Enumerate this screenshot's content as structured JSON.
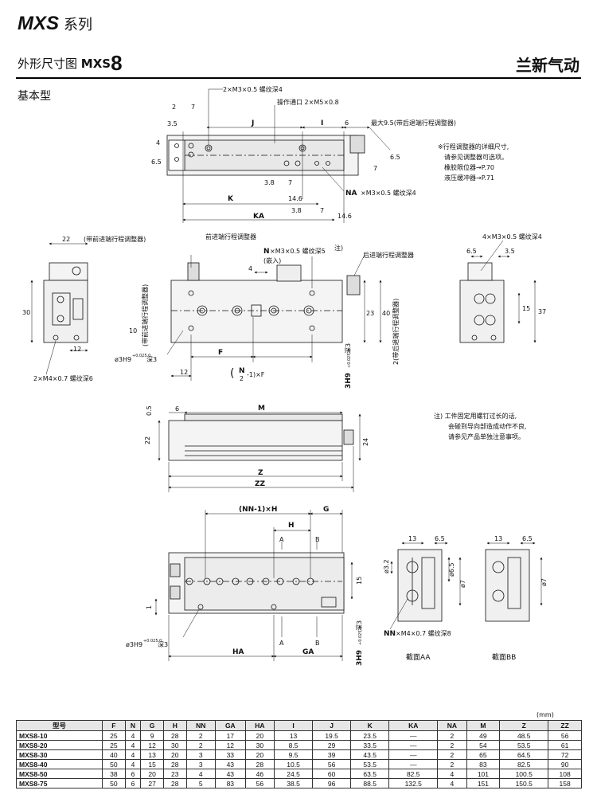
{
  "header": {
    "series_bold": "MXS",
    "series_cn": "系列",
    "heading_prefix": "外形尺寸图",
    "heading_model": "MXS",
    "heading_size": "8",
    "brand": "兰新气动"
  },
  "type_label": "基本型",
  "top_view": {
    "dims": [
      "2",
      "7",
      "3.5",
      "J",
      "I",
      "6",
      "4",
      "6.5",
      "3.8",
      "7",
      "14.6",
      "K",
      "3.8",
      "7",
      "KA",
      "14.6",
      "6.5",
      "7"
    ],
    "callout_tap": "2×M3×0.5 螺纹深4",
    "callout_port": "操作通口 2×M5×0.8",
    "callout_max": "最大9.5(带后退端行程调整器)",
    "callout_na_bold": "NA",
    "callout_na": "×M3×0.5 螺纹深4"
  },
  "note_adjuster": [
    "※行程调整器的详细尺寸,",
    "请参见调整器可选项。",
    "橡胶限位器→P.70",
    "液压缓冲器→P.71"
  ],
  "front_left": {
    "dims": [
      "22",
      "(带前进端行程调整器)",
      "30",
      "12"
    ],
    "callout": "2×M4×0.7 螺纹深6"
  },
  "front_center": {
    "label_front_adj": "前进端行程调整器",
    "label_rear_adj": "后进端行程调整器",
    "callout_n_bold": "N",
    "callout_n": "×M3×0.5 螺纹深5",
    "callout_n_note": "注)",
    "callout_insert": "(嵌入)",
    "dims": [
      "4",
      "23",
      "40",
      "10",
      "F",
      "12",
      "F",
      "3H9",
      "深3"
    ],
    "vert_front": "(带前进端行程调整器)",
    "vert_rear": "2(带后退端行程调整器)",
    "hole_left": "ø3H9",
    "hole_left_tol": "+0.025 0",
    "hole_left_depth": "深3",
    "formula_n": "N",
    "formula_2": "2",
    "formula_rest": "-1)×F",
    "right_hole": "3H9",
    "right_hole_tol": "+0.025 0",
    "right_hole_depth": "深3"
  },
  "front_right": {
    "callout": "4×M3×0.5 螺纹深4",
    "dims": [
      "6.5",
      "3.5",
      "15",
      "37"
    ]
  },
  "side_view": {
    "dims": [
      "0.5",
      "6",
      "M",
      "22",
      "24",
      "Z",
      "ZZ"
    ]
  },
  "note_screw": [
    "注) 工件固定用螺钉过长的话,",
    "会碰到导向部造成动作不良,",
    "请参见产品单独注意事项。"
  ],
  "bottom_view": {
    "dims": [
      "(NN-1)×H",
      "G",
      "H",
      "A",
      "B",
      "15",
      "1",
      "A",
      "B",
      "HA",
      "GA"
    ],
    "hole_left": "ø3H9",
    "hole_left_tol": "+0.025 0",
    "hole_left_depth": "深3",
    "right_hole": "3H9",
    "right_hole_tol": "+0.025 0",
    "right_hole_depth": "深3"
  },
  "section_aa": {
    "dims": [
      "13",
      "6.5",
      "ø3.2",
      "ø6.5",
      "ø7"
    ],
    "callout_bold": "NN",
    "callout": "×M4×0.7 螺纹深8",
    "title": "截面AA"
  },
  "section_bb": {
    "dims": [
      "13",
      "6.5",
      "ø7"
    ],
    "title": "截面BB"
  },
  "table": {
    "unit": "(mm)",
    "headers": [
      "型号",
      "F",
      "N",
      "G",
      "H",
      "NN",
      "GA",
      "HA",
      "I",
      "J",
      "K",
      "KA",
      "NA",
      "M",
      "Z",
      "ZZ"
    ],
    "rows": [
      [
        "MXS8-10",
        "25",
        "4",
        "9",
        "28",
        "2",
        "17",
        "20",
        "13",
        "19.5",
        "23.5",
        "—",
        "2",
        "49",
        "48.5",
        "56"
      ],
      [
        "MXS8-20",
        "25",
        "4",
        "12",
        "30",
        "2",
        "12",
        "30",
        "8.5",
        "29",
        "33.5",
        "—",
        "2",
        "54",
        "53.5",
        "61"
      ],
      [
        "MXS8-30",
        "40",
        "4",
        "13",
        "20",
        "3",
        "33",
        "20",
        "9.5",
        "39",
        "43.5",
        "—",
        "2",
        "65",
        "64.5",
        "72"
      ],
      [
        "MXS8-40",
        "50",
        "4",
        "15",
        "28",
        "3",
        "43",
        "28",
        "10.5",
        "56",
        "53.5",
        "—",
        "2",
        "83",
        "82.5",
        "90"
      ],
      [
        "MXS8-50",
        "38",
        "6",
        "20",
        "23",
        "4",
        "43",
        "46",
        "24.5",
        "60",
        "63.5",
        "82.5",
        "4",
        "101",
        "100.5",
        "108"
      ],
      [
        "MXS8-75",
        "50",
        "6",
        "27",
        "28",
        "5",
        "83",
        "56",
        "38.5",
        "96",
        "88.5",
        "132.5",
        "4",
        "151",
        "150.5",
        "158"
      ]
    ]
  }
}
